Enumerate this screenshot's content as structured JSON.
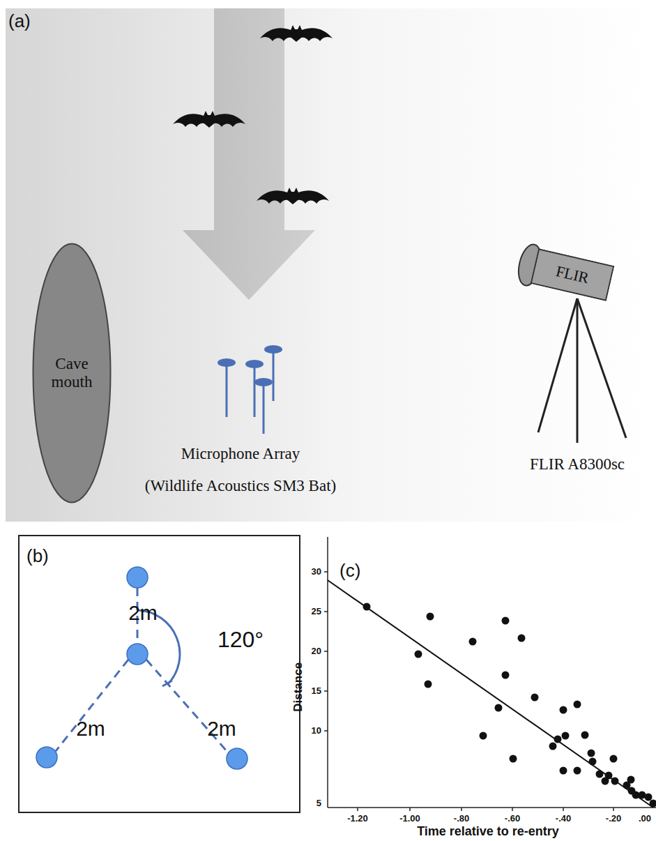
{
  "diagram": {
    "nodes": [
      {
        "text": [
          "Cave mouth"
        ]
      },
      {
        "text": [
          "FLIR"
        ]
      }
    ],
    "labels": [
      "(a)",
      "Microphone Array",
      "(Wildlife Acoustics SM3 Bat)",
      "FLIR A8300sc",
      "(b)",
      "2m",
      "120°",
      "2m",
      "2m",
      "(c)",
      "30",
      "25",
      "20",
      "15",
      "10",
      "5",
      "-1.20",
      "-1.00",
      "-.80",
      "-.60",
      "-.40",
      "-.20",
      ".00",
      "Distance",
      "Time relative to re-entry"
    ]
  }
}
